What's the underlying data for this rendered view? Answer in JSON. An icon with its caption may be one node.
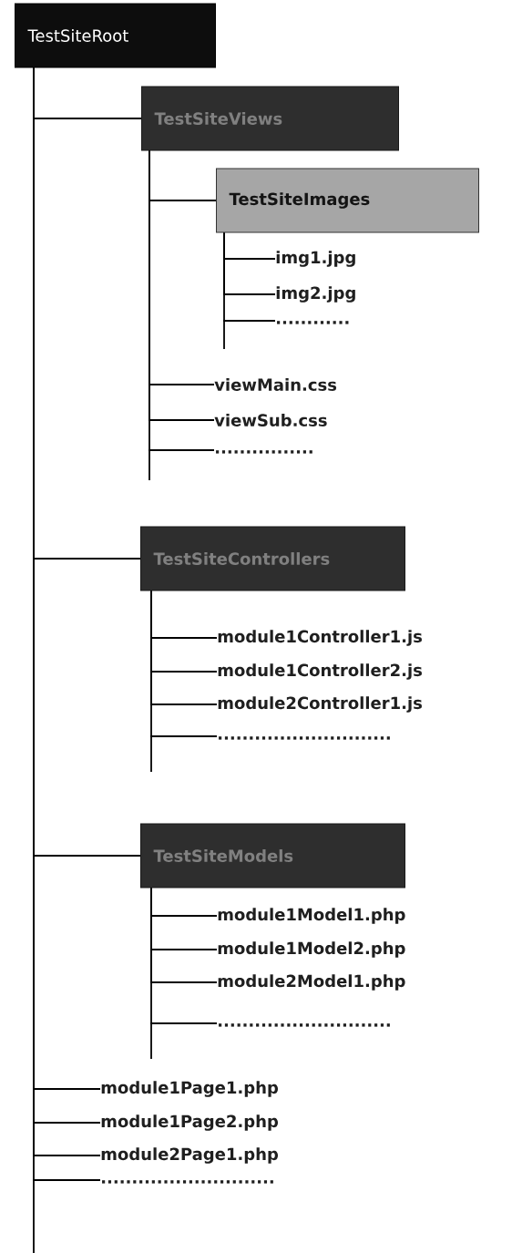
{
  "diagram": {
    "nodes": [
      {
        "text": [
          "TestSiteRoot"
        ]
      },
      {
        "text": [
          "TestSiteViews"
        ]
      },
      {
        "text": [
          "TestSiteImages"
        ]
      },
      {
        "text": [
          "img1.jpg"
        ]
      },
      {
        "text": [
          "img2.jpg"
        ]
      },
      {
        "text": [
          "............"
        ]
      },
      {
        "text": [
          "viewMain.css"
        ]
      },
      {
        "text": [
          "viewSub.css"
        ]
      },
      {
        "text": [
          "................"
        ]
      },
      {
        "text": [
          "TestSiteControllers"
        ]
      },
      {
        "text": [
          "module1Controller1.js"
        ]
      },
      {
        "text": [
          "module1Controller2.js"
        ]
      },
      {
        "text": [
          "module2Controller1.js"
        ]
      },
      {
        "text": [
          "............................"
        ]
      },
      {
        "text": [
          "TestSiteModels"
        ]
      },
      {
        "text": [
          "module1Model1.php"
        ]
      },
      {
        "text": [
          "module1Model2.php"
        ]
      },
      {
        "text": [
          "module2Model1.php"
        ]
      },
      {
        "text": [
          "............................"
        ]
      },
      {
        "text": [
          "module1Page1.php"
        ]
      },
      {
        "text": [
          "module1Page2.php"
        ]
      },
      {
        "text": [
          "module2Page1.php"
        ]
      },
      {
        "text": [
          "............................"
        ]
      }
    ],
    "edges": [
      {
        "from": 0,
        "to": 1,
        "arrow": "none"
      },
      {
        "from": 1,
        "to": 2,
        "arrow": "none"
      },
      {
        "from": 2,
        "to": 3,
        "arrow": "none"
      },
      {
        "from": 2,
        "to": 4,
        "arrow": "none"
      },
      {
        "from": 2,
        "to": 5,
        "arrow": "none"
      },
      {
        "from": 1,
        "to": 6,
        "arrow": "none"
      },
      {
        "from": 1,
        "to": 7,
        "arrow": "none"
      },
      {
        "from": 1,
        "to": 8,
        "arrow": "none"
      },
      {
        "from": 0,
        "to": 9,
        "arrow": "none"
      },
      {
        "from": 9,
        "to": 10,
        "arrow": "none"
      },
      {
        "from": 9,
        "to": 11,
        "arrow": "none"
      },
      {
        "from": 9,
        "to": 12,
        "arrow": "none"
      },
      {
        "from": 9,
        "to": 13,
        "arrow": "none"
      },
      {
        "from": 0,
        "to": 14,
        "arrow": "none"
      },
      {
        "from": 14,
        "to": 15,
        "arrow": "none"
      },
      {
        "from": 14,
        "to": 16,
        "arrow": "none"
      },
      {
        "from": 14,
        "to": 17,
        "arrow": "none"
      },
      {
        "from": 14,
        "to": 18,
        "arrow": "none"
      },
      {
        "from": 0,
        "to": 19,
        "arrow": "none"
      },
      {
        "from": 0,
        "to": 20,
        "arrow": "none"
      },
      {
        "from": 0,
        "to": 21,
        "arrow": "none"
      },
      {
        "from": 0,
        "to": 22,
        "arrow": "none"
      }
    ]
  }
}
